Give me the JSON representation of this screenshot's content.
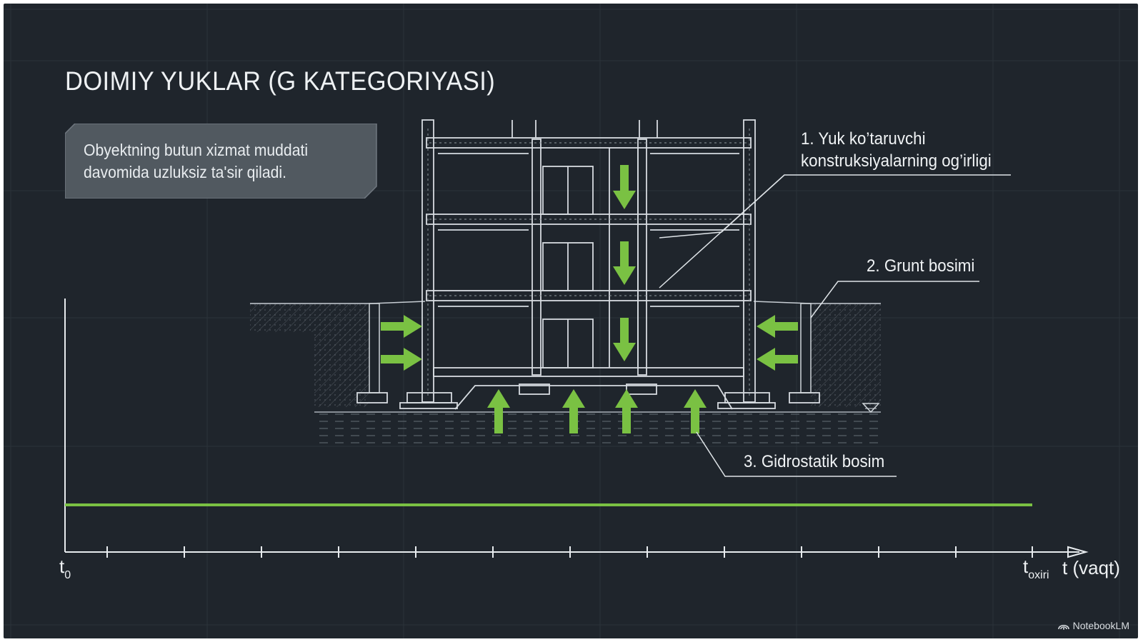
{
  "title": "DOIMIY YUKLAR (G KATEGORIYASI)",
  "description": "Obyektning butun xizmat muddati davomida uzluksiz ta'sir qiladi.",
  "callouts": {
    "dead_load": "1. Yuk ko'taruvchi konstruksiyalarning og'irligi",
    "dead_load_line1": "1. Yuk ko’taruvchi",
    "dead_load_line2": "konstruksiyalarning og’irligi",
    "soil_pressure": "2. Grunt bosimi",
    "hydrostatic": "3. Gidrostatik bosim"
  },
  "time_axis": {
    "start_label": "t",
    "start_sub": "0",
    "end_label": "t",
    "end_sub": "oxiri",
    "axis_label": "t (vaqt)"
  },
  "colors": {
    "background": "#1f252c",
    "accent_green": "#7ac143",
    "line": "#cfd5da"
  },
  "brand": "NotebookLM"
}
